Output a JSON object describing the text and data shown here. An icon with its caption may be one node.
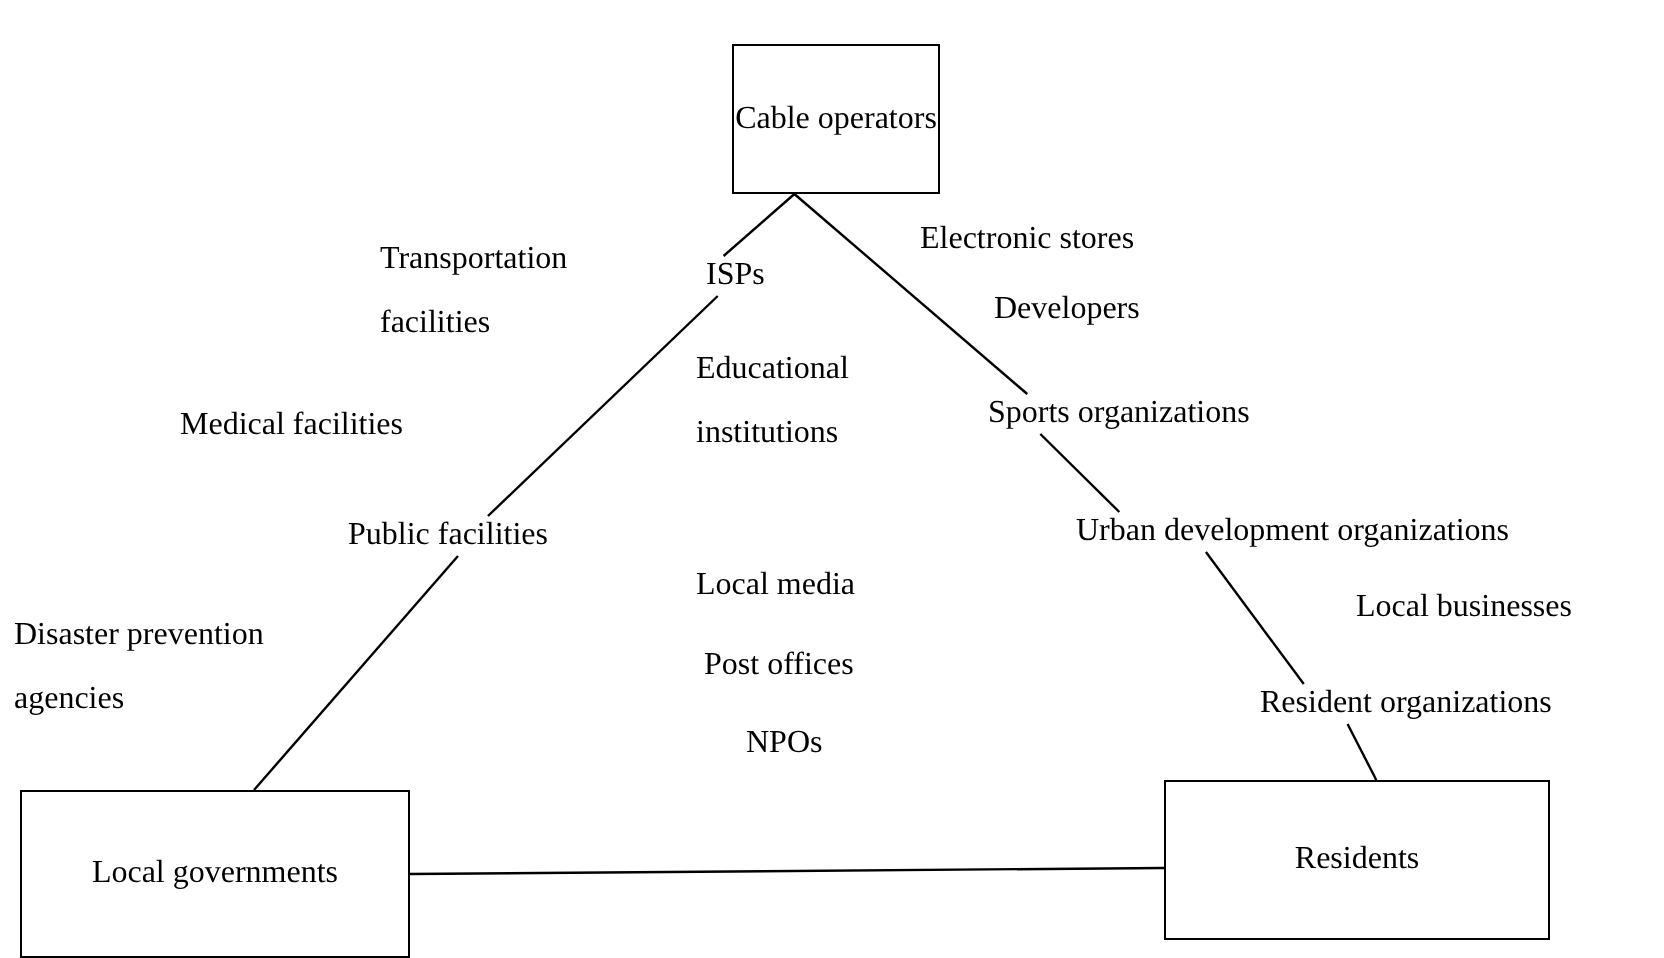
{
  "diagram": {
    "nodes": [
      {
        "text": [
          "Cable operators"
        ]
      },
      {
        "text": [
          "ISPs"
        ]
      },
      {
        "text": [
          "Public facilities"
        ]
      },
      {
        "text": [
          "Local governments"
        ]
      },
      {
        "text": [
          "Sports organizations"
        ]
      },
      {
        "text": [
          "Urban development organizations"
        ]
      },
      {
        "text": [
          "Resident organizations"
        ]
      },
      {
        "text": [
          "Residents"
        ]
      }
    ],
    "edges": [
      {
        "from": 0,
        "to": 1,
        "arrow": "none"
      },
      {
        "from": 1,
        "to": 2,
        "arrow": "none"
      },
      {
        "from": 2,
        "to": 3,
        "arrow": "none"
      },
      {
        "from": 0,
        "to": 4,
        "arrow": "none"
      },
      {
        "from": 4,
        "to": 5,
        "arrow": "none"
      },
      {
        "from": 5,
        "to": 6,
        "arrow": "none"
      },
      {
        "from": 6,
        "to": 7,
        "arrow": "none"
      },
      {
        "from": 3,
        "to": 7,
        "arrow": "none"
      }
    ],
    "labels": [
      "Transportation facilities",
      "Electronic stores",
      "Developers",
      "Educational institutions",
      "Medical facilities",
      "Local businesses",
      "Disaster prevention agencies",
      "Local media",
      "Post offices",
      "NPOs"
    ]
  }
}
